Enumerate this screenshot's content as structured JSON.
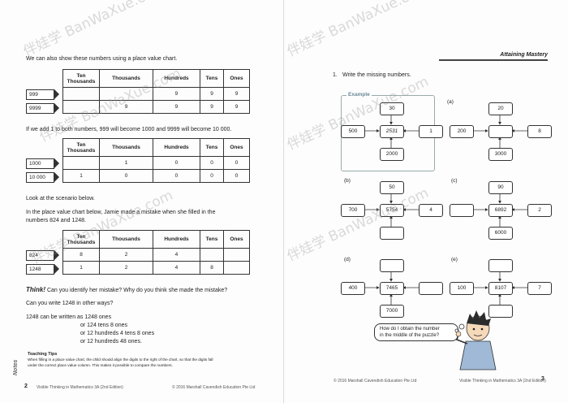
{
  "watermark": "伴娃学 BanWaXue.com",
  "left_page": {
    "intro": "We can also show these numbers using a place value chart.",
    "table_headers": [
      "Ten Thousands",
      "Thousands",
      "Hundreds",
      "Tens",
      "Ones"
    ],
    "table1": {
      "labels": [
        "999",
        "9999"
      ],
      "rows": [
        [
          "",
          "",
          "9",
          "9",
          "9"
        ],
        [
          "",
          "9",
          "9",
          "9",
          "9"
        ]
      ]
    },
    "sentence2": "If we add 1 to both numbers, 999 will become 1000 and 9999 will become 10 000.",
    "table2": {
      "labels": [
        "1000",
        "10 000"
      ],
      "rows": [
        [
          "",
          "1",
          "0",
          "0",
          "0"
        ],
        [
          "1",
          "0",
          "0",
          "0",
          "0"
        ]
      ]
    },
    "look": "Look at the scenario below.",
    "scenario1": "In the place value chart below, Jamie made a mistake when she filled in the",
    "scenario2": "numbers 824 and 1248.",
    "table3": {
      "labels": [
        "824",
        "1248"
      ],
      "rows": [
        [
          "8",
          "2",
          "4",
          "",
          ""
        ],
        [
          "1",
          "2",
          "4",
          "8",
          ""
        ]
      ]
    },
    "think_label": "Think!",
    "think_text": "Can you identify her mistake? Why do you think she made the mistake?",
    "q_write": "Can you write 1248 in other ways?",
    "written_as": "1248 can be written as 1248 ones",
    "alt1": "or 124 tens 8 ones",
    "alt2": "or 12 hundreds 4 tens 8 ones",
    "alt3": "or 12 hundreds 48 ones.",
    "notes_label": "Notes",
    "tips_title": "Teaching Tips",
    "tips_line1": "When filling in a place value chart, the child should align the digits to the right of the chart, so that the digits fall",
    "tips_line2": "under the correct place value column. This makes it possible to compare the numbers.",
    "page_number": "2",
    "footer_left": "Visible Thinking in Mathematics 3A (2nd Edition)",
    "footer_right": "© 2016 Marshall Cavendish Education Pte Ltd"
  },
  "right_page": {
    "header": "Attaining Mastery",
    "instruction_num": "1.",
    "instruction": "Write the missing numbers.",
    "example_label": "Example",
    "example": {
      "top": "30",
      "left": "500",
      "center": "2531",
      "right": "1",
      "bottom": "2000"
    },
    "a": {
      "label": "(a)",
      "top": "20",
      "left": "200",
      "center": "",
      "right": "8",
      "bottom": "3000"
    },
    "b": {
      "label": "(b)",
      "top": "50",
      "left": "700",
      "center": "5754",
      "right": "4",
      "bottom": ""
    },
    "c": {
      "label": "(c)",
      "top": "90",
      "left": "",
      "center": "6892",
      "right": "2",
      "bottom": "6000"
    },
    "d": {
      "label": "(d)",
      "top": "",
      "left": "400",
      "center": "7465",
      "right": "",
      "bottom": "7000"
    },
    "e": {
      "label": "(e)",
      "top": "",
      "left": "100",
      "center": "8107",
      "right": "7",
      "bottom": ""
    },
    "bubble1": "How do I obtain the number",
    "bubble2": "in the middle of the puzzle?",
    "footer_left": "© 2016 Marshall Cavendish Education Pte Ltd",
    "footer_right": "Visible Thinking in Mathematics 3A (2nd Edition)",
    "page_number": "3"
  }
}
